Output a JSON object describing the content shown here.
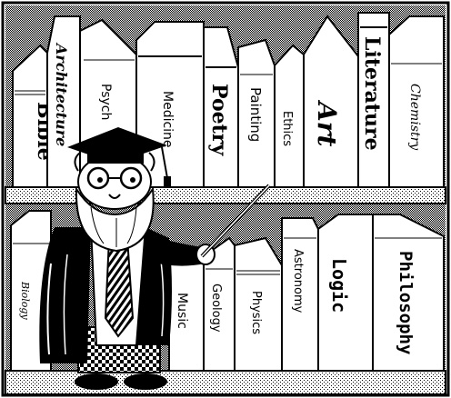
{
  "top_shelf": {
    "books": [
      {
        "label": "Bible"
      },
      {
        "label": "Architecture"
      },
      {
        "label": "Psych"
      },
      {
        "label": "Medicine"
      },
      {
        "label": "Poetry"
      },
      {
        "label": "Painting"
      },
      {
        "label": "Ethics"
      },
      {
        "label": "Art"
      },
      {
        "label": "Literature"
      },
      {
        "label": "Chemistry"
      }
    ]
  },
  "bottom_shelf": {
    "books": [
      {
        "label": "Biology"
      },
      {
        "label": "Music"
      },
      {
        "label": "Geology"
      },
      {
        "label": "Physics"
      },
      {
        "label": "Astronomy"
      },
      {
        "label": "Logic"
      },
      {
        "label": "Philosophy"
      }
    ]
  },
  "colors": {
    "ink": "#000000",
    "paper": "#ffffff"
  }
}
